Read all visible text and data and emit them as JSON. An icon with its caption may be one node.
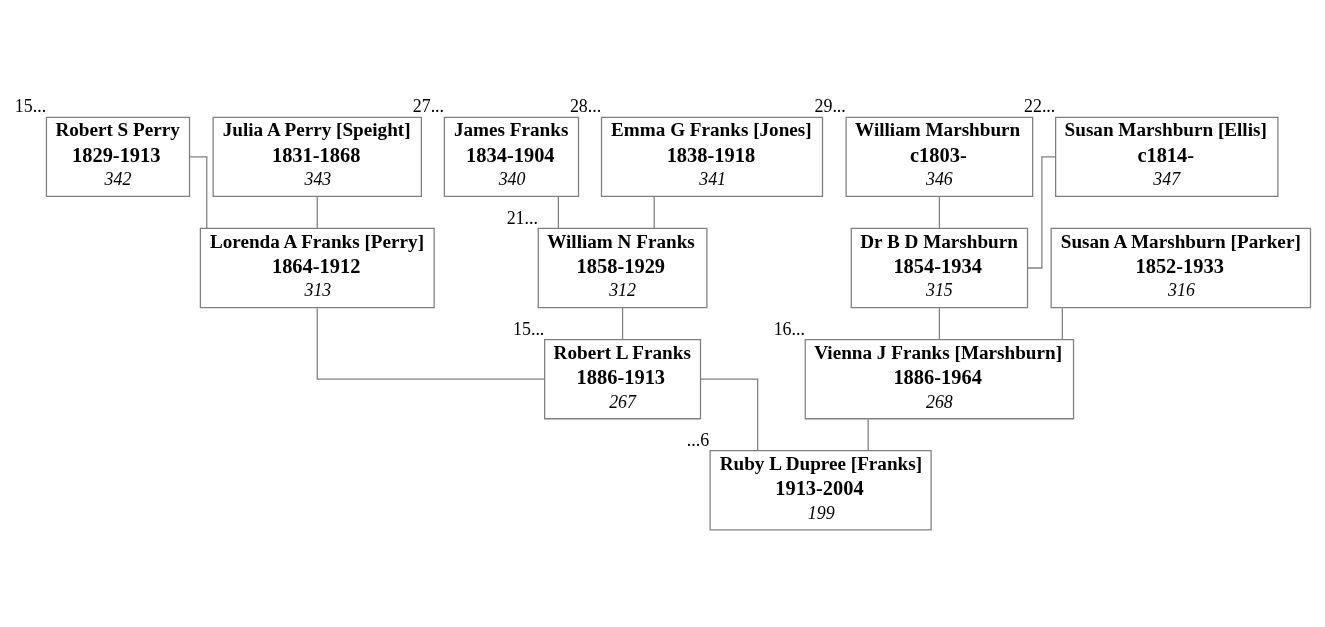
{
  "diagram": {
    "nodes": [
      {
        "text": [
          "James Franks",
          "1834-1904",
          "340"
        ],
        "beside": [
          "27..."
        ]
      },
      {
        "text": [
          "Emma G Franks [Jones]",
          "1838-1918",
          "341"
        ],
        "beside": [
          "28..."
        ]
      },
      {
        "text": [
          "Robert S Perry",
          "1829-1913",
          "342"
        ],
        "beside": [
          "15..."
        ]
      },
      {
        "text": [
          "Julia A Perry [Speight]",
          "1831-1868",
          "343"
        ]
      },
      {
        "text": [
          "William Marshburn",
          "c1803-",
          "346"
        ],
        "beside": [
          "29..."
        ]
      },
      {
        "text": [
          "Susan Marshburn [Ellis]",
          "c1814-",
          "347"
        ],
        "beside": [
          "22..."
        ]
      },
      {
        "text": [
          "William N Franks",
          "1858-1929",
          "312"
        ],
        "beside": [
          "21..."
        ]
      },
      {
        "text": [
          "Lorenda A Franks [Perry]",
          "1864-1912",
          "313"
        ]
      },
      {
        "text": [
          "Dr B D Marshburn",
          "1854-1934",
          "315"
        ]
      },
      {
        "text": [
          "Susan A Marshburn [Parker]",
          "1852-1933",
          "316"
        ]
      },
      {
        "text": [
          "Robert L Franks",
          "1886-1913",
          "267"
        ],
        "beside": [
          "15..."
        ]
      },
      {
        "text": [
          "Vienna J Franks [Marshburn]",
          "1886-1964",
          "268"
        ],
        "beside": [
          "16..."
        ]
      },
      {
        "text": [
          "Ruby L Dupree [Franks]",
          "1913-2004",
          "199"
        ],
        "beside": [
          "...6"
        ]
      }
    ],
    "edges": [
      {
        "from": 0,
        "to": 6,
        "arrow": "none"
      },
      {
        "from": 1,
        "to": 6,
        "arrow": "none"
      },
      {
        "from": 2,
        "to": 7,
        "arrow": "none"
      },
      {
        "from": 3,
        "to": 7,
        "arrow": "none"
      },
      {
        "from": 4,
        "to": 8,
        "arrow": "none"
      },
      {
        "from": 5,
        "to": 8,
        "arrow": "none"
      },
      {
        "from": 6,
        "to": 10,
        "arrow": "none"
      },
      {
        "from": 7,
        "to": 10,
        "arrow": "none"
      },
      {
        "from": 8,
        "to": 11,
        "arrow": "none"
      },
      {
        "from": 9,
        "to": 11,
        "arrow": "none"
      },
      {
        "from": 10,
        "to": 12,
        "arrow": "none"
      },
      {
        "from": 11,
        "to": 12,
        "arrow": "none"
      }
    ]
  }
}
